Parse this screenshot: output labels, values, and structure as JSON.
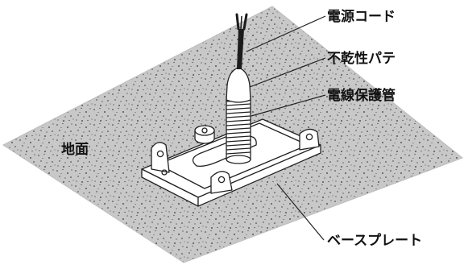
{
  "labels": {
    "power_cord": "電源コード",
    "putty": "不乾性パテ",
    "conduit": "電線保護管",
    "ground": "地面",
    "base_plate": "ベースプレート"
  },
  "colors": {
    "ground_fill": "#c9c9c9",
    "speckle": "#3a3a3a",
    "line": "#222222"
  }
}
